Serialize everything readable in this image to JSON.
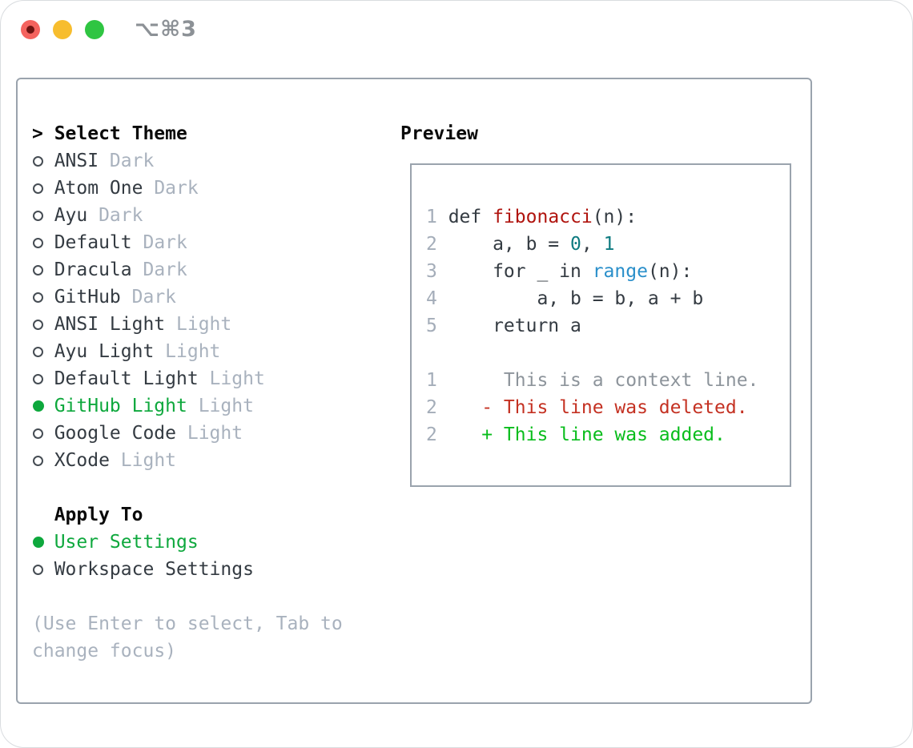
{
  "colors": {
    "textdark": "#343b42",
    "heading": "#0a0a0a",
    "green": "#0ea83d",
    "added": "#09bd1c",
    "deleted": "#c43122",
    "func": "#b0140e",
    "numv": "#0e7b80",
    "builtin": "#2a8fca",
    "tag": "#a9b2be",
    "hint": "#a9b2be",
    "ln": "#a4adb9",
    "ctx": "#8d949b",
    "border": "#9aa3ad",
    "tl-red": "#f4635e",
    "tl-red-dot": "#6e1411",
    "tl-yellow": "#f7bd2e",
    "tl-green": "#2fc542",
    "hotkey": "#8c9196"
  },
  "titlebar": {
    "hotkey": "⌥⌘3"
  },
  "left": {
    "title_marker": ">",
    "title": "Select Theme",
    "themes": [
      {
        "name": "ANSI",
        "tag": "Dark",
        "selected": false
      },
      {
        "name": "Atom One",
        "tag": "Dark",
        "selected": false
      },
      {
        "name": "Ayu",
        "tag": "Dark",
        "selected": false
      },
      {
        "name": "Default",
        "tag": "Dark",
        "selected": false
      },
      {
        "name": "Dracula",
        "tag": "Dark",
        "selected": false
      },
      {
        "name": "GitHub",
        "tag": "Dark",
        "selected": false
      },
      {
        "name": "ANSI Light",
        "tag": "Light",
        "selected": false
      },
      {
        "name": "Ayu Light",
        "tag": "Light",
        "selected": false
      },
      {
        "name": "Default Light",
        "tag": "Light",
        "selected": false
      },
      {
        "name": "GitHub Light",
        "tag": "Light",
        "selected": true
      },
      {
        "name": "Google Code",
        "tag": "Light",
        "selected": false
      },
      {
        "name": "XCode",
        "tag": "Light",
        "selected": false
      }
    ],
    "apply_to_label": "Apply To",
    "apply_options": [
      {
        "name": "User Settings",
        "selected": true
      },
      {
        "name": "Workspace Settings",
        "selected": false
      }
    ],
    "hint_lines": [
      "(Use Enter to select, Tab to",
      "change focus)"
    ]
  },
  "preview": {
    "title": "Preview",
    "lines": [
      {
        "num": "1",
        "segments": [
          [
            "def ",
            "code"
          ],
          [
            "fibonacci",
            "func"
          ],
          [
            "(n):",
            "code"
          ]
        ]
      },
      {
        "num": "2",
        "segments": [
          [
            "    a, b = ",
            "code"
          ],
          [
            "0",
            "numv"
          ],
          [
            ", ",
            "code"
          ],
          [
            "1",
            "numv"
          ]
        ]
      },
      {
        "num": "3",
        "segments": [
          [
            "    for _ in ",
            "code"
          ],
          [
            "range",
            "builtin"
          ],
          [
            "(n):",
            "code"
          ]
        ]
      },
      {
        "num": "4",
        "segments": [
          [
            "        a, b = b, a + b",
            "code"
          ]
        ]
      },
      {
        "num": "5",
        "segments": [
          [
            "    return a",
            "code"
          ]
        ]
      },
      {
        "blank": true
      },
      {
        "num": "1",
        "segments": [
          [
            "     This is a context line.",
            "ctx"
          ]
        ]
      },
      {
        "num": "2",
        "segments": [
          [
            "   - This line was deleted.",
            "del"
          ]
        ]
      },
      {
        "num": "2",
        "segments": [
          [
            "   + This line was added.",
            "add"
          ]
        ]
      }
    ]
  }
}
